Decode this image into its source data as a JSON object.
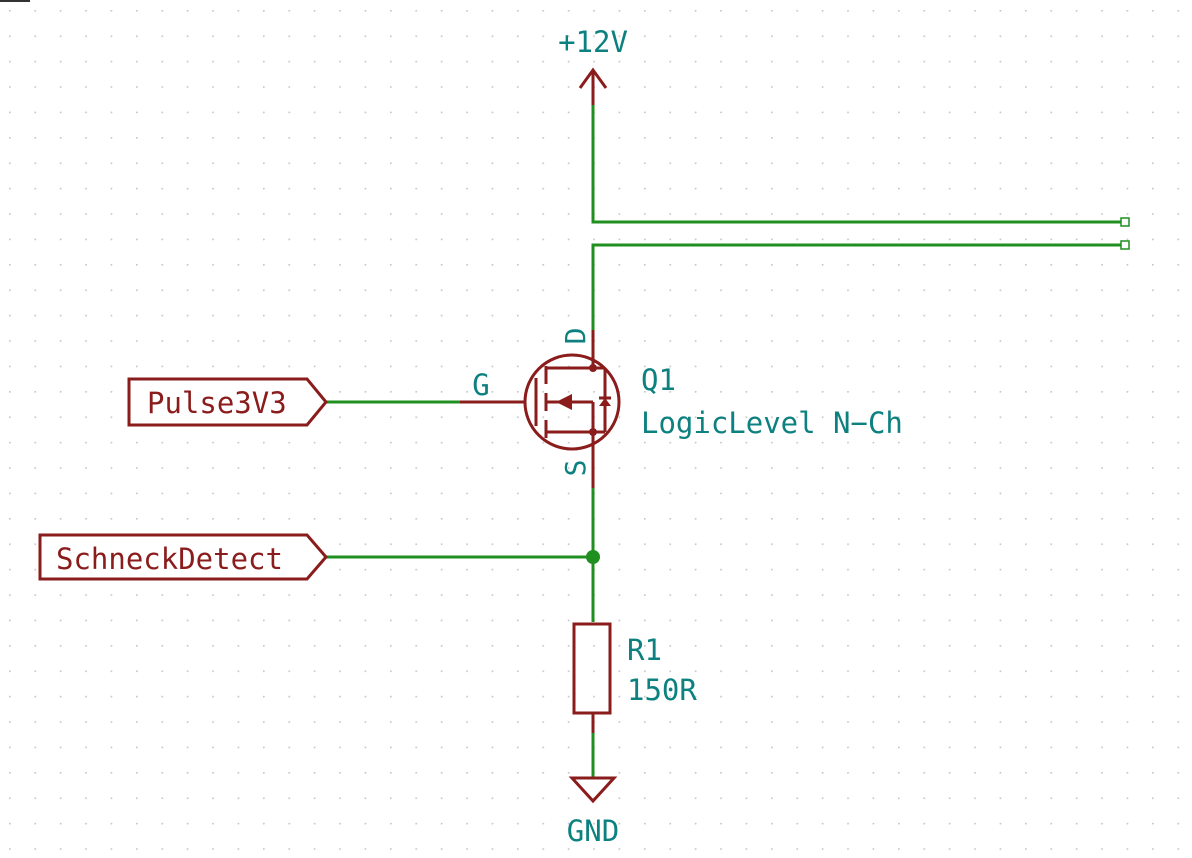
{
  "power": {
    "top_label": "+12V",
    "bottom_label": "GND"
  },
  "transistor": {
    "ref": "Q1",
    "value": "LogicLevel N−Ch",
    "pin_gate": "G",
    "pin_drain": "D",
    "pin_source": "S"
  },
  "resistor": {
    "ref": "R1",
    "value": "150R"
  },
  "labels": {
    "input": "Pulse3V3",
    "output": "SchneckDetect"
  },
  "colors": {
    "wire": "#1f8f1f",
    "symbol": "#8b1c1c",
    "text": "#0d8080",
    "grid_dot": "#c8c8c8",
    "junction": "#1f8f1f"
  }
}
